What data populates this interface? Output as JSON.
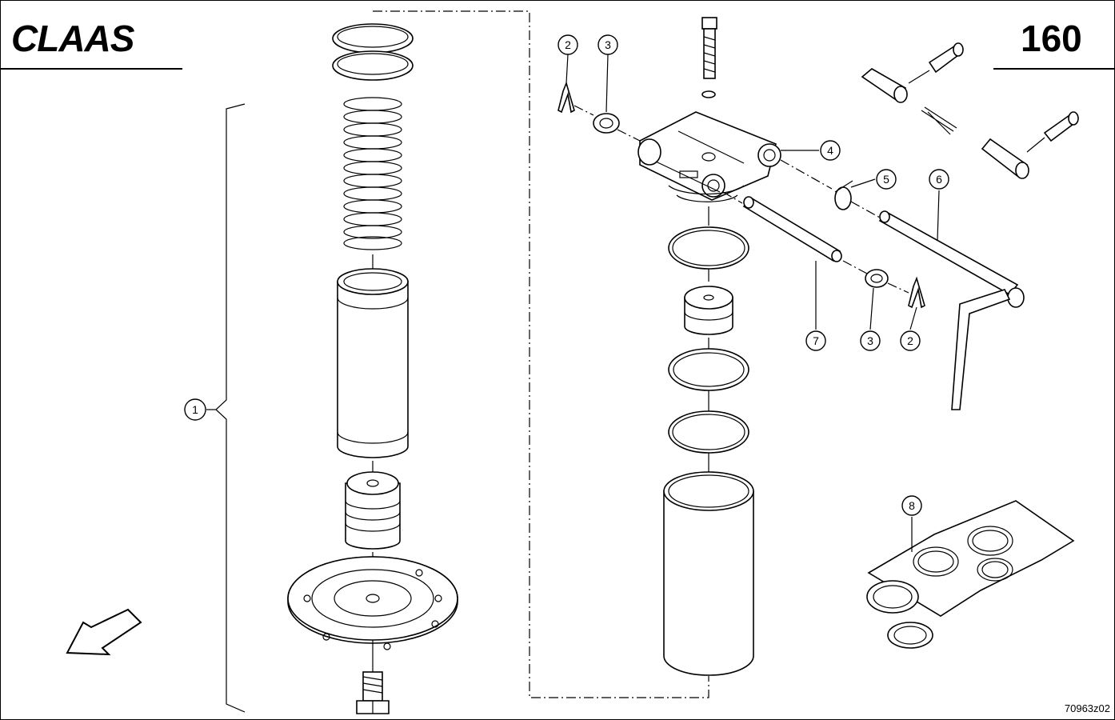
{
  "header": {
    "brand": "CLAAS",
    "page_number": "160"
  },
  "callouts": [
    {
      "id": "1",
      "label": "1"
    },
    {
      "id": "2a",
      "label": "2"
    },
    {
      "id": "3a",
      "label": "3"
    },
    {
      "id": "4",
      "label": "4"
    },
    {
      "id": "5",
      "label": "5"
    },
    {
      "id": "6",
      "label": "6"
    },
    {
      "id": "7",
      "label": "7"
    },
    {
      "id": "3b",
      "label": "3"
    },
    {
      "id": "2b",
      "label": "2"
    },
    {
      "id": "8",
      "label": "8"
    }
  ],
  "footer": {
    "figure_code": "70963z02"
  }
}
